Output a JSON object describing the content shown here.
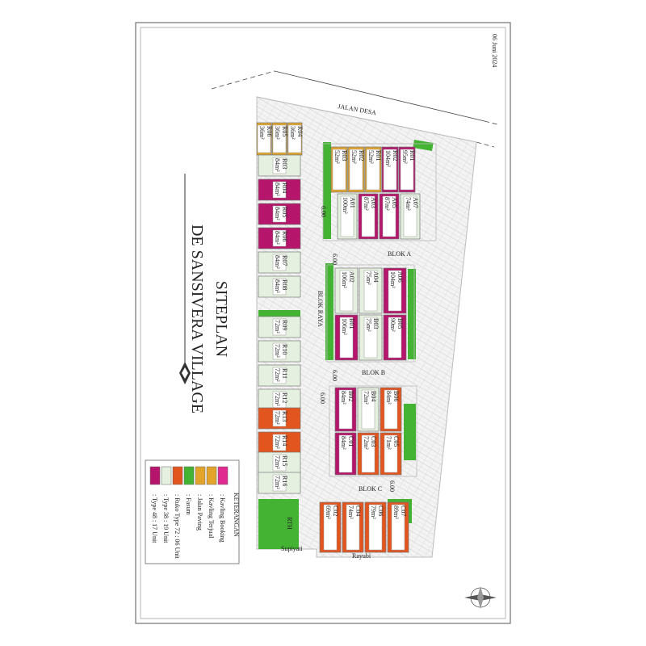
{
  "title": "SITEPLAN",
  "subtitle": "DE SANSIVERA VILLAGE",
  "date": "06 Juni 2024",
  "roads": {
    "desa": "JALAN DESA",
    "raya": "BLOK RAYA",
    "supiyati": "Supiyati",
    "rayubi": "Rayubi",
    "width": "6.00"
  },
  "blocks": {
    "a": "BLOK A",
    "b": "BLOK B",
    "c": "BLOK C"
  },
  "rth": "RTH",
  "colors": {
    "type48": "#b5156b",
    "type38": "#e0e0e0",
    "ruko": "#e2551f",
    "fasum": "#44b233",
    "road": "#ffffff",
    "terjual": "#e2a42a",
    "booking": "#e02a8f",
    "paving": "#e8e8e8"
  },
  "legend": {
    "title": "KETERANGAN",
    "items": [
      {
        "label": "Type 48",
        "count": "17 Unit",
        "color": "#b5156b"
      },
      {
        "label": "Type 38",
        "count": "19 Unit",
        "color": "#e6f0e0"
      },
      {
        "label": "Ruko Type 72",
        "count": "06 Unit",
        "color": "#e2551f"
      },
      {
        "label": "Fasum",
        "count": "",
        "color": "#44b233"
      },
      {
        "label": "Jalan Paving",
        "count": "",
        "color": "#e2a42a"
      },
      {
        "label": "Kavling Terjual",
        "count": "",
        "color": "#e2a42a"
      },
      {
        "label": "Kavling Booking",
        "count": "",
        "color": "#e02a8f"
      }
    ]
  },
  "units": {
    "r_top": [
      {
        "code": "R04",
        "area": "36m²"
      },
      {
        "code": "R05",
        "area": "36m²"
      },
      {
        "code": "R06",
        "area": "36m²"
      }
    ],
    "r_left": [
      {
        "code": "R03",
        "area": "84m²"
      },
      {
        "code": "R04",
        "area": "84m²"
      },
      {
        "code": "R05",
        "area": "84m²"
      },
      {
        "code": "R06",
        "area": "84m²"
      },
      {
        "code": "R07",
        "area": "84m²"
      },
      {
        "code": "R08",
        "area": "84m²"
      },
      {
        "code": "R09",
        "area": "72m²"
      },
      {
        "code": "R10",
        "area": "72m²"
      },
      {
        "code": "R11",
        "area": "72m²"
      },
      {
        "code": "R12",
        "area": "72m²"
      },
      {
        "code": "R13",
        "area": "72m²"
      },
      {
        "code": "R14",
        "area": "72m²"
      },
      {
        "code": "R15",
        "area": "72m²"
      },
      {
        "code": "R16",
        "area": "72m²"
      }
    ],
    "a_top": [
      {
        "code": "R03",
        "area": "52m²"
      },
      {
        "code": "R02",
        "area": "52m²"
      },
      {
        "code": "R01",
        "area": "52m²"
      },
      {
        "code": "R02",
        "area": "104m²"
      },
      {
        "code": "R01",
        "area": "95m²"
      }
    ],
    "a_bot": [
      {
        "code": "A01",
        "area": "100m²"
      },
      {
        "code": "A03",
        "area": "87m²"
      },
      {
        "code": "A05",
        "area": "87m²"
      },
      {
        "code": "A07",
        "area": "74m²"
      }
    ],
    "b_top": [
      {
        "code": "A02",
        "area": "106m²"
      },
      {
        "code": "A04",
        "area": "75m²"
      },
      {
        "code": "A06",
        "area": "104m²"
      }
    ],
    "b_bot": [
      {
        "code": "B01",
        "area": "106m²"
      },
      {
        "code": "B03",
        "area": "75m²"
      },
      {
        "code": "B05",
        "area": "90m²"
      }
    ],
    "c_top": [
      {
        "code": "B02",
        "area": "84m²"
      },
      {
        "code": "B04",
        "area": "72m²"
      },
      {
        "code": "B06",
        "area": "84m²"
      }
    ],
    "c_bot": [
      {
        "code": "C01",
        "area": "84m²"
      },
      {
        "code": "C03",
        "area": "72m²"
      },
      {
        "code": "C05",
        "area": "71m²"
      }
    ],
    "c_row": [
      {
        "code": "C02",
        "area": "69m²"
      },
      {
        "code": "C04",
        "area": "74m²"
      },
      {
        "code": "C06",
        "area": "79m²"
      },
      {
        "code": "C07",
        "area": "89m²"
      }
    ]
  }
}
